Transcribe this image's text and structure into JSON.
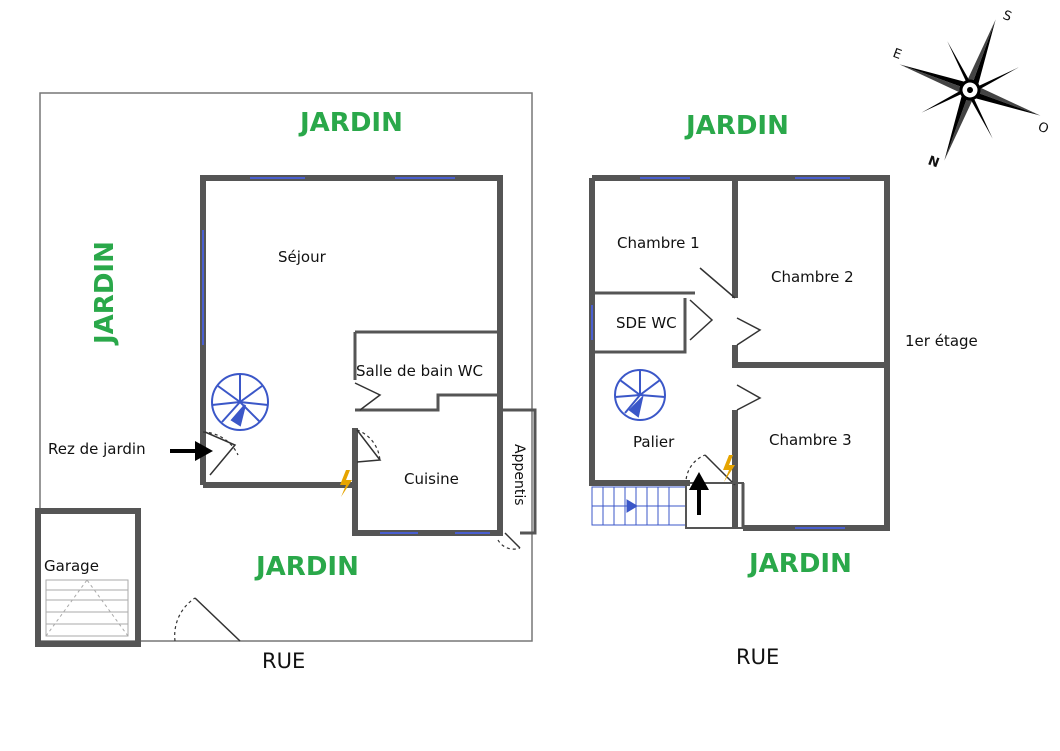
{
  "labels": {
    "jardin": "JARDIN",
    "rue": "RUE",
    "sejour": "Séjour",
    "salle_de_bain": "Salle de bain WC",
    "cuisine": "Cuisine",
    "appentis": "Appentis",
    "garage": "Garage",
    "rez_de_jardin": "Rez de jardin",
    "chambre1": "Chambre 1",
    "chambre2": "Chambre 2",
    "chambre3": "Chambre 3",
    "sde_wc": "SDE WC",
    "palier": "Palier",
    "etage": "1er étage"
  },
  "compass": {
    "n": "N",
    "s": "S",
    "e": "E",
    "o": "O"
  },
  "colors": {
    "garden": "#2aa84a",
    "wall": "#555555",
    "window": "#4a5fd0",
    "stair": "#3b57c8",
    "electric": "#e6a400"
  }
}
